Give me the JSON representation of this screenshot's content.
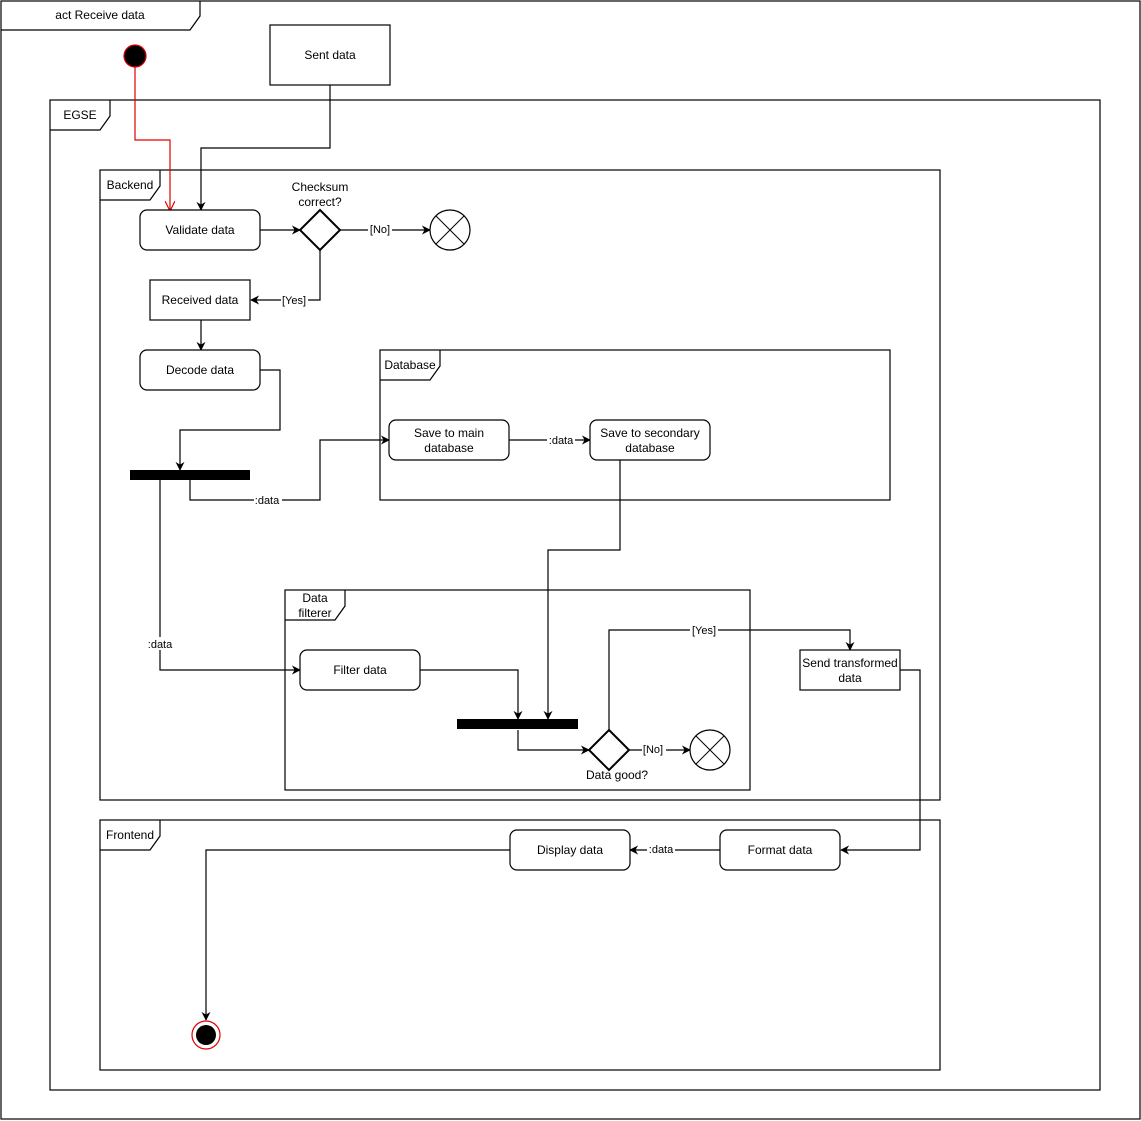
{
  "diagram": {
    "frame_title": "act Receive data",
    "colors": {
      "start_stroke": "#e00000",
      "start_flow": "#e00000",
      "line": "#000000",
      "fill": "#ffffff"
    },
    "partitions": {
      "egse": "EGSE",
      "backend": "Backend",
      "database": "Database",
      "data_filterer_line1": "Data",
      "data_filterer_line2": "filterer",
      "frontend": "Frontend"
    },
    "nodes": {
      "sent_data": "Sent data",
      "validate_data": "Validate data",
      "checksum_line1": "Checksum",
      "checksum_line2": "correct?",
      "received_data": "Received data",
      "decode_data": "Decode data",
      "save_main_line1": "Save to main",
      "save_main_line2": "database",
      "save_secondary_line1": "Save to secondary",
      "save_secondary_line2": "database",
      "filter_data": "Filter data",
      "data_good": "Data good?",
      "send_transformed_line1": "Send transformed",
      "send_transformed_line2": "data",
      "format_data": "Format data",
      "display_data": "Display data"
    },
    "edges": {
      "checksum_no": "[No]",
      "checksum_yes": "[Yes]",
      "fork_to_db": ":data",
      "main_to_secondary": ":data",
      "fork_to_filter": ":data",
      "data_good_yes": "[Yes]",
      "data_good_no": "[No]",
      "format_to_display": ":data"
    }
  }
}
